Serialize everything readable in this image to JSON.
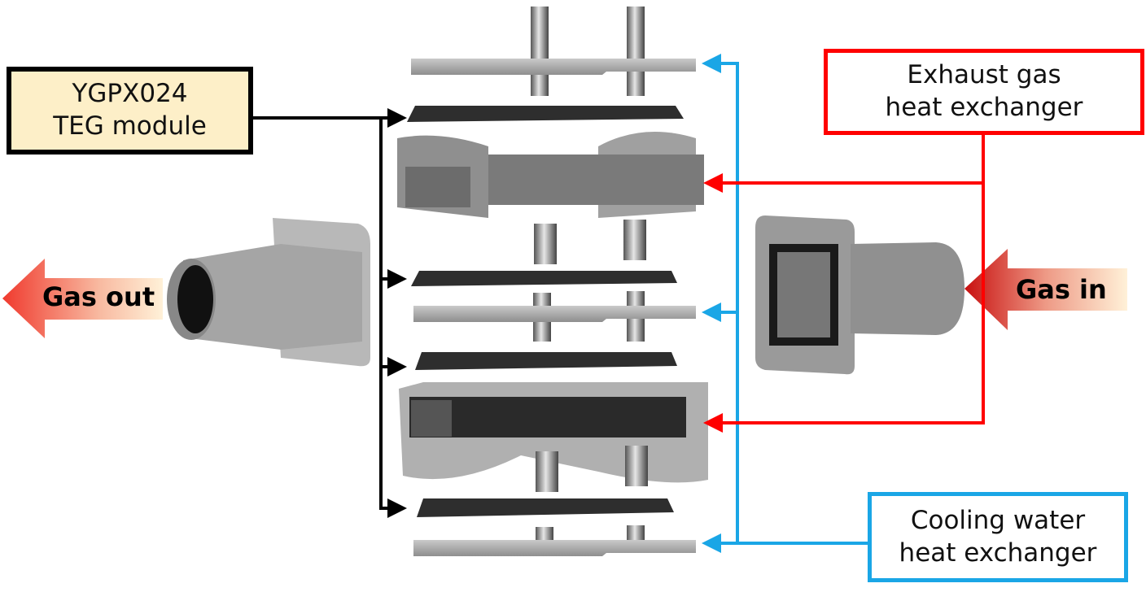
{
  "labels": {
    "teg_module": [
      "YGPX024",
      "TEG module"
    ],
    "exhaust_hx": [
      "Exhaust gas",
      "heat exchanger"
    ],
    "cooling_hx": [
      "Cooling water",
      "heat exchanger"
    ],
    "gas_out": "Gas out",
    "gas_in": "Gas in"
  },
  "colors": {
    "teg_line": "#000000",
    "exhaust_line": "#ff0000",
    "cooling_line": "#1aa6e6",
    "teg_box_fill": "#fdefc8"
  }
}
